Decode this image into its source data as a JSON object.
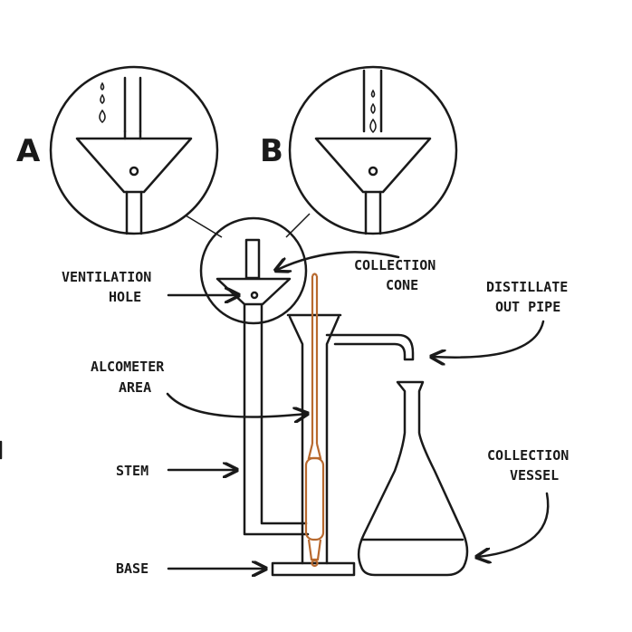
{
  "panels": {
    "a_label": "A",
    "b_label": "B"
  },
  "labels": {
    "ventilation_hole": [
      "VENTILATION",
      "HOLE"
    ],
    "collection_cone": [
      "COLLECTION",
      "CONE"
    ],
    "distillate_out_pipe": [
      "DISTILLATE",
      "OUT PIPE"
    ],
    "alcometer_area": [
      "ALCOMETER",
      "AREA"
    ],
    "stem": [
      "STEM"
    ],
    "collection_vessel": [
      "COLLECTION",
      "VESSEL"
    ],
    "base": [
      "BASE"
    ]
  },
  "colors": {
    "ink": "#1a1a1a",
    "alcometer": "#b8692e",
    "background": "#ffffff"
  }
}
